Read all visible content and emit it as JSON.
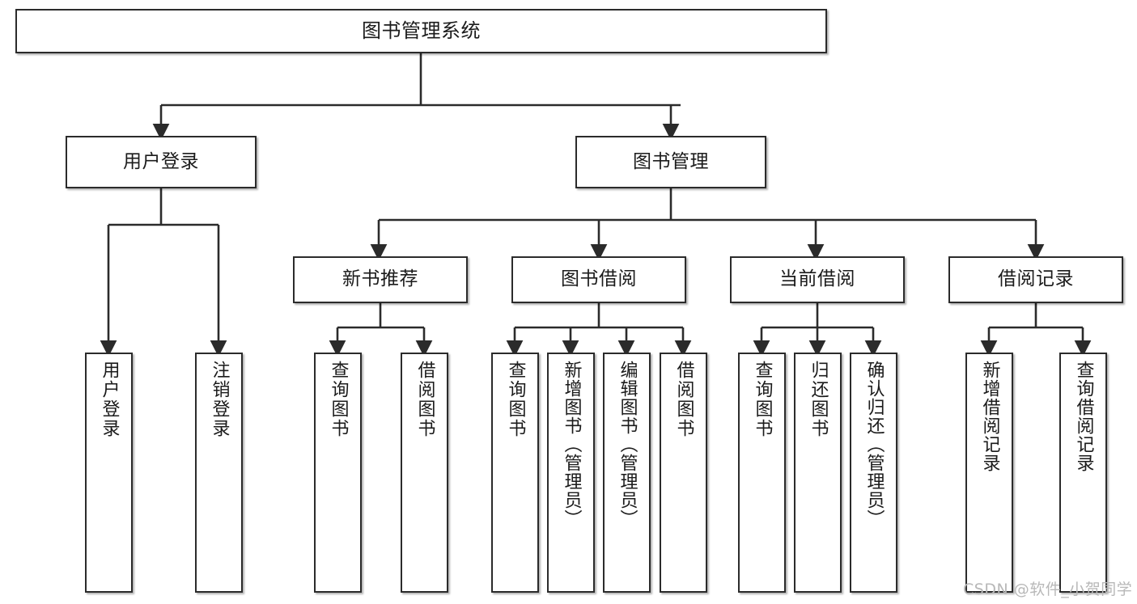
{
  "diagram": {
    "title": "图书管理系统",
    "type": "tree-hierarchy-chart",
    "orientation": "top-down",
    "colors": {
      "box_border": "#2b2b2b",
      "box_fill": "#ffffff",
      "edge": "#2b2b2b",
      "text": "#1b1b1b",
      "watermark": "#b8b8b8",
      "background": "#ffffff"
    }
  },
  "nodes": {
    "root": {
      "label": "图书管理系统"
    },
    "level1": [
      {
        "id": "user-login",
        "label": "用户登录"
      },
      {
        "id": "book-manage",
        "label": "图书管理"
      }
    ],
    "level2": [
      {
        "id": "new-book-recommend",
        "label": "新书推荐"
      },
      {
        "id": "book-borrow",
        "label": "图书借阅"
      },
      {
        "id": "current-borrow",
        "label": "当前借阅"
      },
      {
        "id": "borrow-record",
        "label": "借阅记录"
      }
    ],
    "leaves": {
      "user-login": [
        {
          "id": "leaf-user-login",
          "label": "用户登录"
        },
        {
          "id": "leaf-logout-login",
          "label": "注销登录"
        }
      ],
      "new-book-recommend": [
        {
          "id": "leaf-query-book-1",
          "label": "查询图书"
        },
        {
          "id": "leaf-borrow-book-1",
          "label": "借阅图书"
        }
      ],
      "book-borrow": [
        {
          "id": "leaf-query-book-2",
          "label": "查询图书"
        },
        {
          "id": "leaf-add-book",
          "label": "新增图书（管理员）"
        },
        {
          "id": "leaf-edit-book",
          "label": "编辑图书（管理员）"
        },
        {
          "id": "leaf-borrow-book-2",
          "label": "借阅图书"
        }
      ],
      "current-borrow": [
        {
          "id": "leaf-query-book-3",
          "label": "查询图书"
        },
        {
          "id": "leaf-return-book",
          "label": "归还图书"
        },
        {
          "id": "leaf-confirm-return",
          "label": "确认归还（管理员）"
        }
      ],
      "borrow-record": [
        {
          "id": "leaf-add-record",
          "label": "新增借阅记录"
        },
        {
          "id": "leaf-query-record",
          "label": "查询借阅记录"
        }
      ]
    }
  },
  "watermark": {
    "text": "CSDN @软件_小贺同学"
  }
}
